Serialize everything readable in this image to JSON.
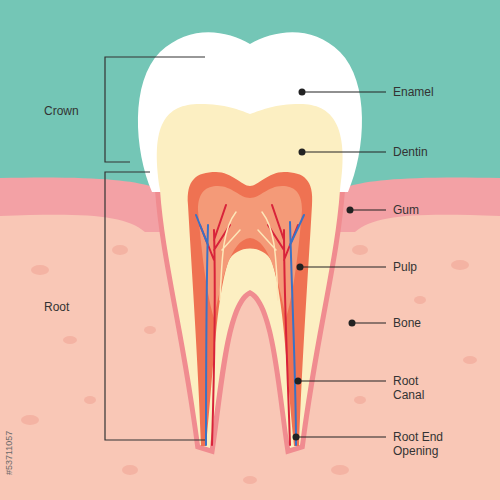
{
  "diagram": {
    "labels": [
      "Crown",
      "Root",
      "Enamel",
      "Dentin",
      "Gum",
      "Pulp",
      "Bone",
      "Root Canal",
      "Root End Opening",
      "#53711057"
    ]
  }
}
